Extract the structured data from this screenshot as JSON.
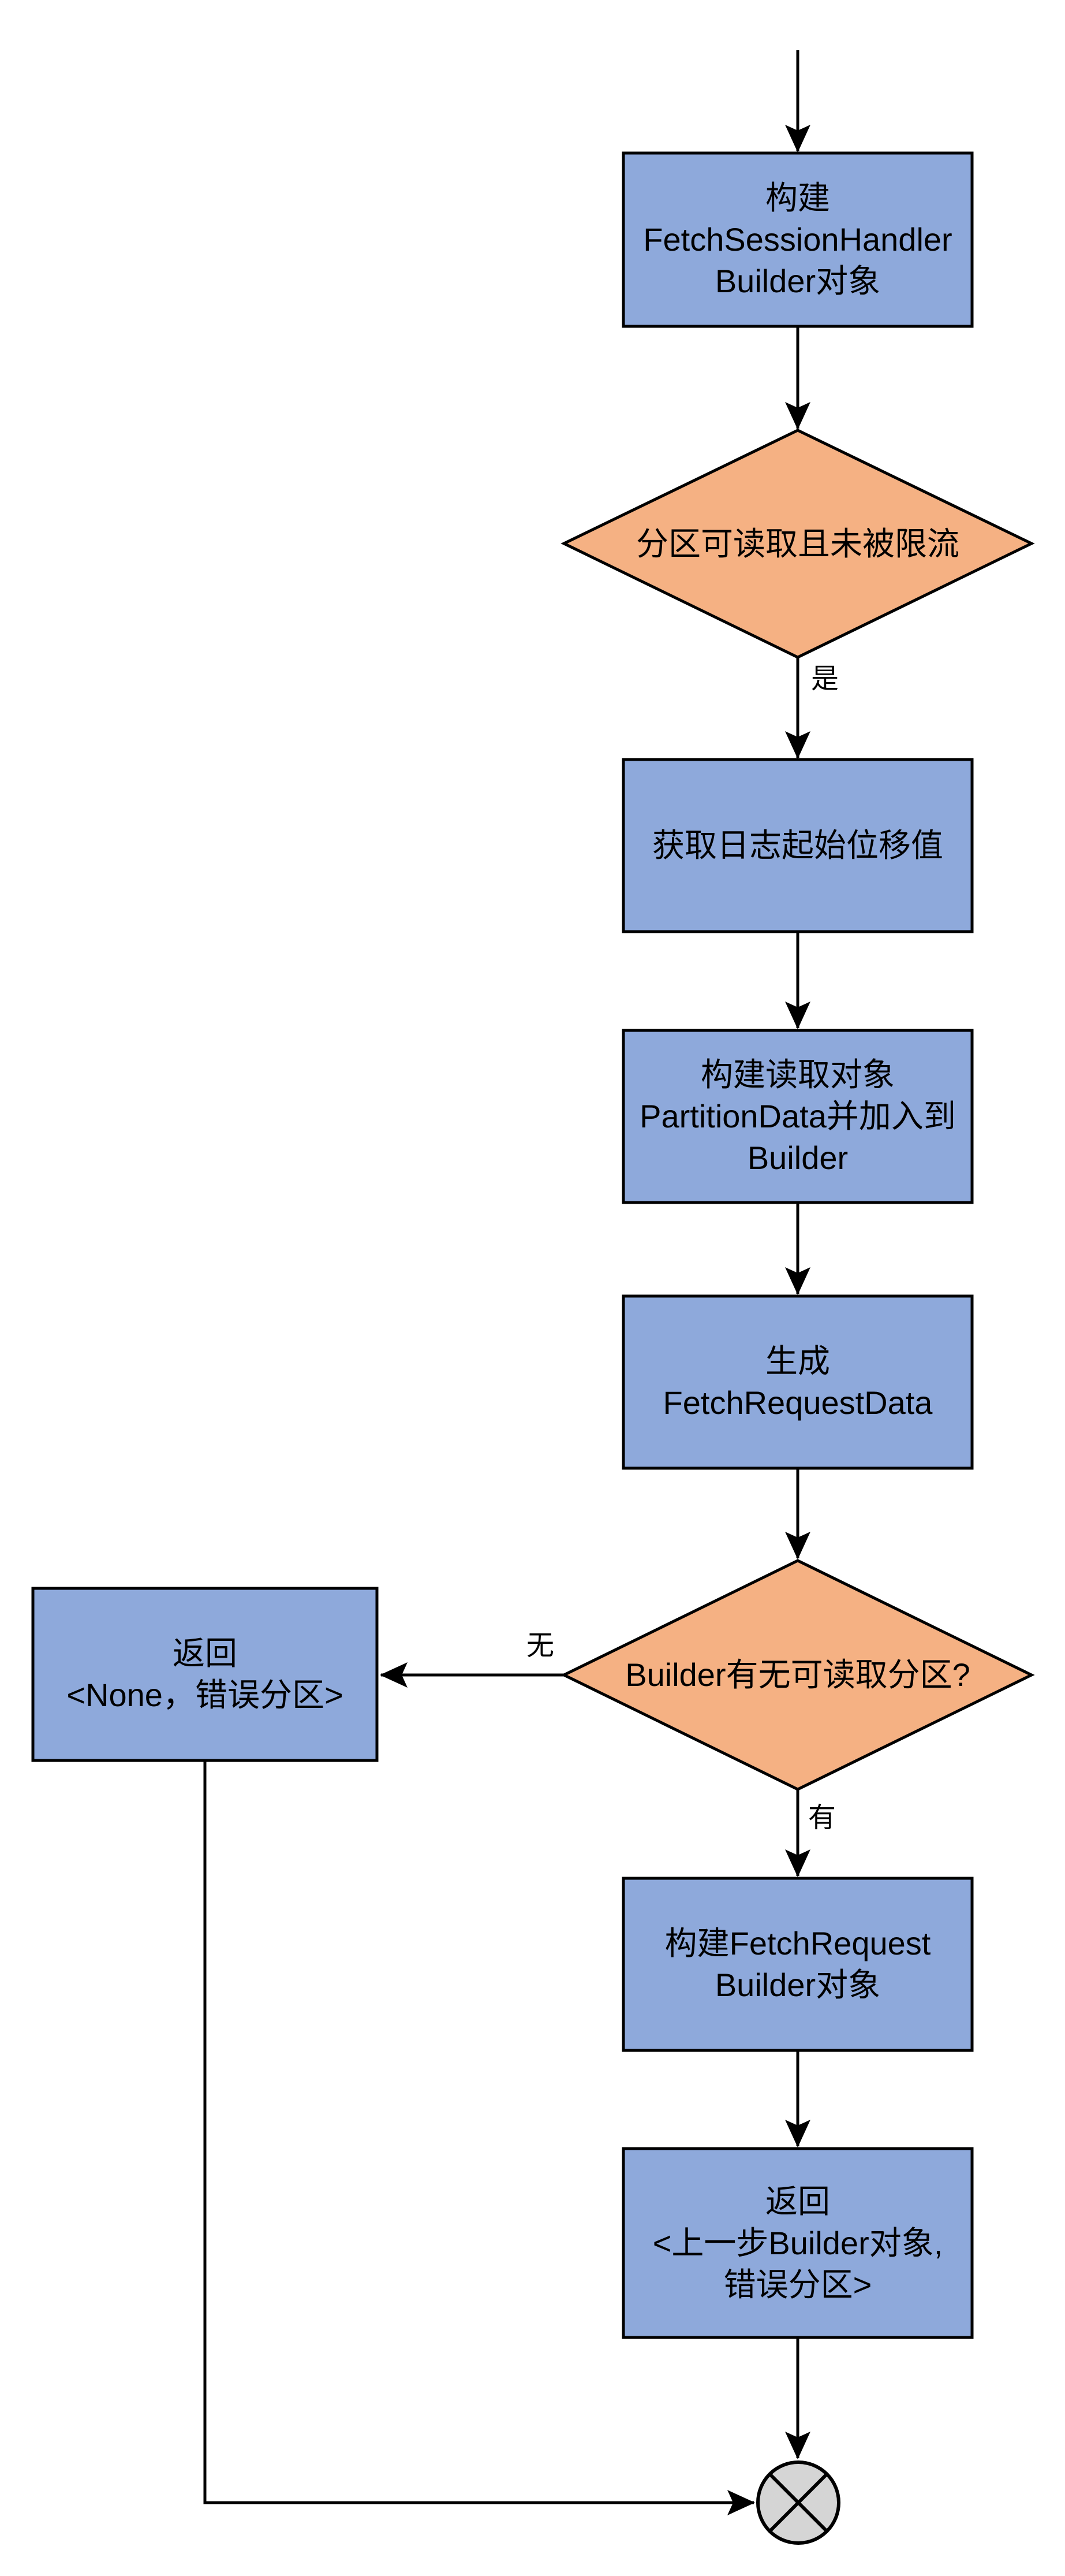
{
  "flowchart": {
    "nodes": {
      "build_session_handler_builder": {
        "type": "process",
        "text": "构建\nFetchSessionHandler\nBuilder对象"
      },
      "partition_readable_check": {
        "type": "decision",
        "text": "分区可读取且未被限流"
      },
      "get_log_start_offset": {
        "type": "process",
        "text": "获取日志起始位移值"
      },
      "build_partition_data": {
        "type": "process",
        "text": "构建读取对象\nPartitionData并加入到\nBuilder"
      },
      "generate_fetch_request_data": {
        "type": "process",
        "text": "生成\nFetchRequestData"
      },
      "builder_has_readable_partition_check": {
        "type": "decision",
        "text": "Builder有无可读取分区?"
      },
      "return_none_error_partition": {
        "type": "process",
        "text": "返回\n<None，错误分区>"
      },
      "build_fetch_request_builder": {
        "type": "process",
        "text": "构建FetchRequest\nBuilder对象"
      },
      "return_builder_error_partition": {
        "type": "process",
        "text": "返回\n<上一步Builder对象,\n错误分区>"
      }
    },
    "edge_labels": {
      "yes": "是",
      "none": "无",
      "has": "有"
    },
    "colors": {
      "process_fill": "#8EA9DB",
      "decision_fill": "#F5B183",
      "terminal_fill": "#D5D5D5",
      "stroke": "#000000",
      "text": "#000000"
    }
  }
}
